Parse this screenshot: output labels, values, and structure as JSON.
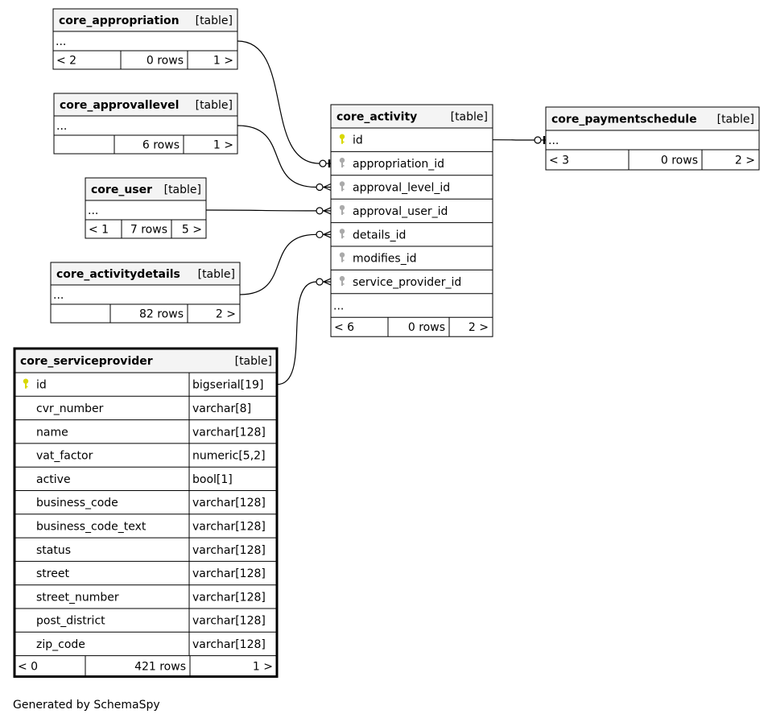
{
  "table_tag": "[table]",
  "tables": [
    {
      "id": "core_appropriation",
      "name": "core_appropriation",
      "rows": [
        {
          "label": "..."
        }
      ],
      "footer": {
        "parents": "< 2",
        "rows": "0 rows",
        "children": "1 >"
      }
    },
    {
      "id": "core_approvallevel",
      "name": "core_approvallevel",
      "rows": [
        {
          "label": "..."
        }
      ],
      "footer": {
        "parents": "",
        "rows": "6 rows",
        "children": "1 >"
      }
    },
    {
      "id": "core_user",
      "name": "core_user",
      "rows": [
        {
          "label": "..."
        }
      ],
      "footer": {
        "parents": "< 1",
        "rows": "7 rows",
        "children": "5 >"
      }
    },
    {
      "id": "core_activitydetails",
      "name": "core_activitydetails",
      "rows": [
        {
          "label": "..."
        }
      ],
      "footer": {
        "parents": "",
        "rows": "82 rows",
        "children": "2 >"
      }
    },
    {
      "id": "core_activity",
      "name": "core_activity",
      "rows": [
        {
          "label": "id",
          "key": "primary"
        },
        {
          "label": "appropriation_id",
          "key": "foreign"
        },
        {
          "label": "approval_level_id",
          "key": "foreign"
        },
        {
          "label": "approval_user_id",
          "key": "foreign"
        },
        {
          "label": "details_id",
          "key": "foreign"
        },
        {
          "label": "modifies_id",
          "key": "foreign"
        },
        {
          "label": "service_provider_id",
          "key": "foreign"
        },
        {
          "label": "..."
        }
      ],
      "footer": {
        "parents": "< 6",
        "rows": "0 rows",
        "children": "2 >"
      }
    },
    {
      "id": "core_paymentschedule",
      "name": "core_paymentschedule",
      "rows": [
        {
          "label": "..."
        }
      ],
      "footer": {
        "parents": "< 3",
        "rows": "0 rows",
        "children": "2 >"
      }
    },
    {
      "id": "core_serviceprovider",
      "name": "core_serviceprovider",
      "rows": [
        {
          "label": "id",
          "type": "bigserial[19]",
          "key": "primary"
        },
        {
          "label": "cvr_number",
          "type": "varchar[8]"
        },
        {
          "label": "name",
          "type": "varchar[128]"
        },
        {
          "label": "vat_factor",
          "type": "numeric[5,2]"
        },
        {
          "label": "active",
          "type": "bool[1]"
        },
        {
          "label": "business_code",
          "type": "varchar[128]"
        },
        {
          "label": "business_code_text",
          "type": "varchar[128]"
        },
        {
          "label": "status",
          "type": "varchar[128]"
        },
        {
          "label": "street",
          "type": "varchar[128]"
        },
        {
          "label": "street_number",
          "type": "varchar[128]"
        },
        {
          "label": "post_district",
          "type": "varchar[128]"
        },
        {
          "label": "zip_code",
          "type": "varchar[128]"
        }
      ],
      "footer": {
        "parents": "< 0",
        "rows": "421 rows",
        "children": "1 >"
      }
    }
  ],
  "relationships": [
    {
      "from": "core_appropriation",
      "to": "core_activity",
      "column": "appropriation_id",
      "end": "zero-or-one"
    },
    {
      "from": "core_approvallevel",
      "to": "core_activity",
      "column": "approval_level_id",
      "end": "zero-or-many"
    },
    {
      "from": "core_user",
      "to": "core_activity",
      "column": "approval_user_id",
      "end": "zero-or-many"
    },
    {
      "from": "core_activitydetails",
      "to": "core_activity",
      "column": "details_id",
      "end": "zero-or-many"
    },
    {
      "from": "core_serviceprovider",
      "to": "core_activity",
      "column": "service_provider_id",
      "end": "zero-or-many"
    },
    {
      "from": "core_activity",
      "to": "core_paymentschedule",
      "column": "id",
      "end": "zero-or-one"
    }
  ],
  "footer_text": "Generated by SchemaSpy",
  "colors": {
    "header_bg": "#f4f4f4",
    "primary_key": "#d8d800",
    "foreign_key": "#aaaaaa",
    "line": "#000000"
  }
}
